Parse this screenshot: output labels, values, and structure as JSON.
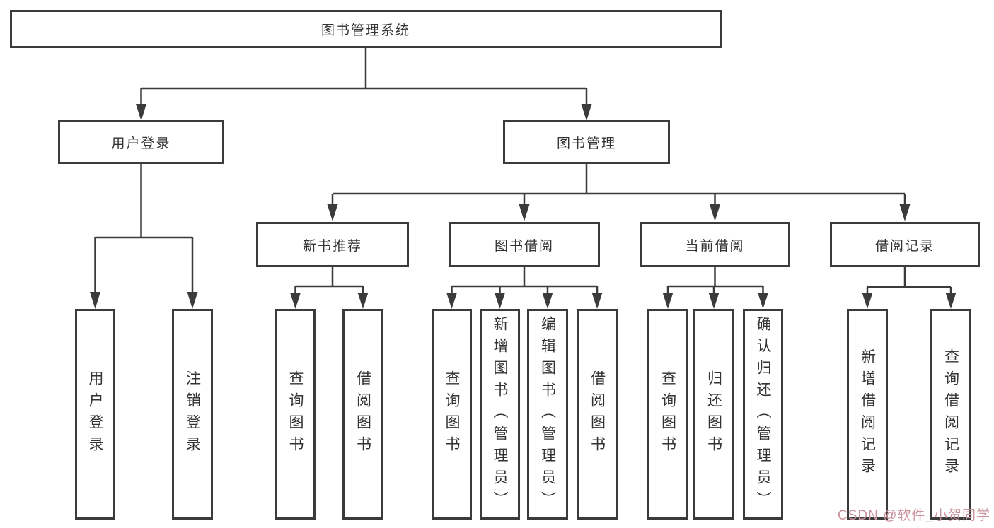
{
  "diagram": {
    "root": {
      "label": "图书管理系统"
    },
    "branches": [
      {
        "label": "用户登录",
        "children": [
          "用户登录",
          "注销登录"
        ]
      },
      {
        "label": "图书管理",
        "groups": [
          {
            "label": "新书推荐",
            "children": [
              "查询图书",
              "借阅图书"
            ]
          },
          {
            "label": "图书借阅",
            "children": [
              "查询图书",
              "新增图书（管理员）",
              "编辑图书（管理员）",
              "借阅图书"
            ]
          },
          {
            "label": "当前借阅",
            "children": [
              "查询图书",
              "归还图书",
              "确认归还（管理员）"
            ]
          },
          {
            "label": "借阅记录",
            "children": [
              "新增借阅记录",
              "查询借阅记录"
            ]
          }
        ]
      }
    ]
  },
  "watermark": {
    "text": "CSDN @软件_小贺同学",
    "color": "#c9939c"
  },
  "colors": {
    "line": "#3b3b3b",
    "box_border": "#3b3b3b",
    "text": "#333333",
    "background": "#ffffff"
  }
}
